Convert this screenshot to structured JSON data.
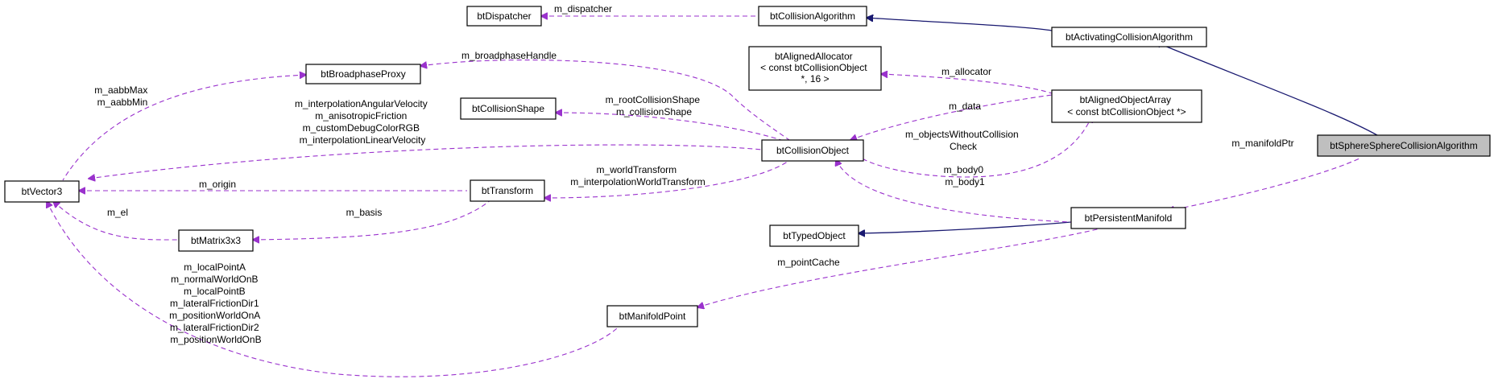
{
  "diagram": {
    "nodes": {
      "btVector3": "btVector3",
      "btDispatcher": "btDispatcher",
      "btCollisionAlgorithm": "btCollisionAlgorithm",
      "btActivatingCollisionAlgorithm": "btActivatingCollisionAlgorithm",
      "btBroadphaseProxy": "btBroadphaseProxy",
      "btAlignedAllocator": [
        "btAlignedAllocator",
        "< const btCollisionObject",
        "*, 16 >"
      ],
      "btCollisionShape": "btCollisionShape",
      "btAlignedObjectArray": [
        "btAlignedObjectArray",
        "< const btCollisionObject *>"
      ],
      "btCollisionObject": "btCollisionObject",
      "btSphereSphereCollisionAlgorithm": "btSphereSphereCollisionAlgorithm",
      "btTransform": "btTransform",
      "btMatrix3x3": "btMatrix3x3",
      "btTypedObject": "btTypedObject",
      "btPersistentManifold": "btPersistentManifold",
      "btManifoldPoint": "btManifoldPoint"
    },
    "edge_labels": {
      "m_dispatcher": [
        "m_dispatcher"
      ],
      "m_broadphaseHandle": [
        "m_broadphaseHandle"
      ],
      "m_allocator": [
        "m_allocator"
      ],
      "aabb": [
        "m_aabbMax",
        "m_aabbMin"
      ],
      "object_vectors": [
        "m_interpolationAngularVelocity",
        "m_anisotropicFriction",
        "m_customDebugColorRGB",
        "m_interpolationLinearVelocity"
      ],
      "collision_shape": [
        "m_rootCollisionShape",
        "m_collisionShape"
      ],
      "m_data": [
        "m_data"
      ],
      "without_collision": [
        "m_objectsWithoutCollision",
        "Check"
      ],
      "m_manifoldPtr": [
        "m_manifoldPtr"
      ],
      "m_origin": [
        "m_origin"
      ],
      "world_transform": [
        "m_worldTransform",
        "m_interpolationWorldTransform"
      ],
      "bodies": [
        "m_body0",
        "m_body1"
      ],
      "m_el": [
        "m_el"
      ],
      "m_basis": [
        "m_basis"
      ],
      "m_pointCache": [
        "m_pointCache"
      ],
      "point_vectors": [
        "m_localPointA",
        "m_normalWorldOnB",
        "m_localPointB",
        "m_lateralFrictionDir1",
        "m_positionWorldOnA",
        "m_lateralFrictionDir2",
        "m_positionWorldOnB"
      ]
    },
    "colors": {
      "inheritance": "#191970",
      "usage": "#9a32cd",
      "focus_fill": "#bfbfbf"
    }
  }
}
